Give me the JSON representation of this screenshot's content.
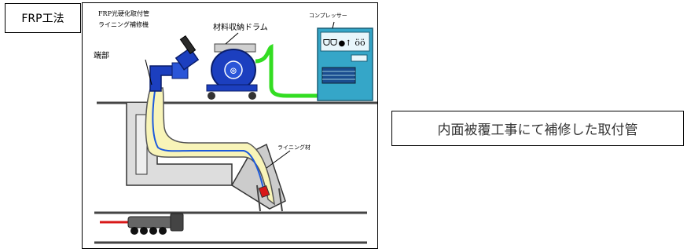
{
  "method_tag": "FRP工法",
  "caption": "内面被覆工事にて補修した取付管",
  "labels": {
    "machine_line1": "FRP光硬化取付管",
    "machine_line2": "ライニング補修機",
    "drum": "材料収納ドラム",
    "compressor": "コンプレッサー",
    "end": "端部",
    "lining": "ライニング材"
  },
  "colors": {
    "machine_blue": "#1c3fbf",
    "hose_green": "#33dd22",
    "compressor_teal": "#35a6c8",
    "lining_yellow": "#f8f4b8",
    "concrete_gray": "#dddddd",
    "cable_red": "#d81818"
  }
}
